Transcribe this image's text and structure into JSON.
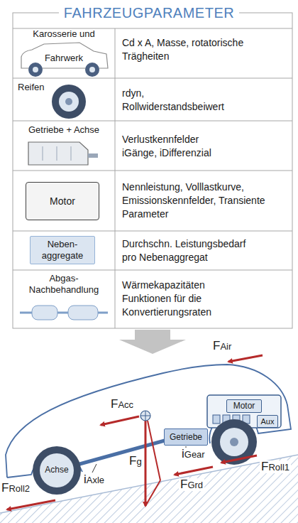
{
  "diagram": {
    "title": "FAHRZEUGPARAMETER",
    "nodes": [
      {
        "text": [
          "Motor"
        ]
      },
      {
        "text": [
          "Neben- aggregate"
        ]
      },
      {
        "text": [
          "Motor"
        ]
      },
      {
        "text": [
          "Getriebe"
        ]
      },
      {
        "text": [
          "Aux"
        ]
      }
    ],
    "labels": [
      "Karosserie und Fahrwerk",
      "Cd x A, Masse, rotatorische Trägheiten",
      "Reifen",
      "rdyn, Rollwiderstandsbeiwert",
      "Getriebe + Achse",
      "Verlustkennfelder iGänge, iDifferenzial",
      "Nennleistung, Volllastkurve, Emissionskennfelder, Transiente Parameter",
      "Durchschn. Leistungsbedarf pro Nebenaggregat",
      "Abgas- Nachbehandlung",
      "Wärmekapazitäten Funktionen für die Konvertierungsraten",
      "FAir",
      "FAcc",
      "Fg",
      "FGrd",
      "FRoll1",
      "FRoll2",
      "iGear",
      "iAxle",
      "Achse"
    ]
  }
}
